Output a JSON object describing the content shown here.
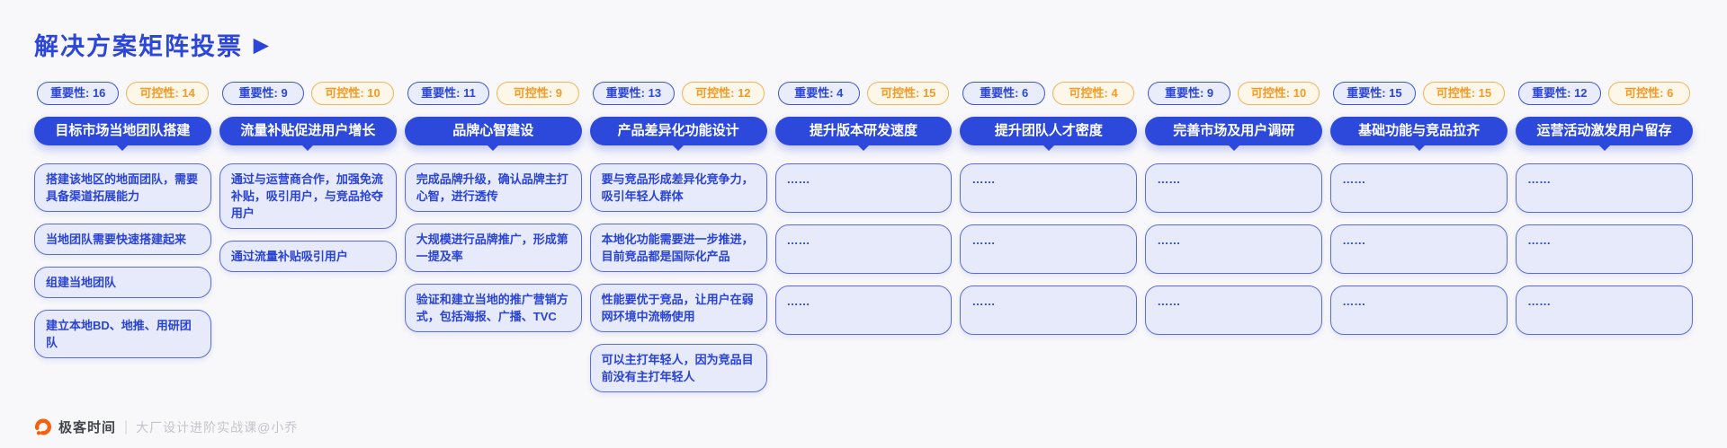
{
  "page": {
    "title": "解决方案矩阵投票",
    "title_arrow": "▶",
    "background_color": "#f8f8fb",
    "accent_blue": "#2b46d8",
    "accent_orange": "#f59a23"
  },
  "columns": [
    {
      "importance_badge": "重要性: 16",
      "controllability_badge": "可控性: 14",
      "header": "目标市场当地团队搭建",
      "cards": [
        "搭建该地区的地面团队，需要具备渠道拓展能力",
        "当地团队需要快速搭建起来",
        "组建当地团队",
        "建立本地BD、地推、用研团队"
      ]
    },
    {
      "importance_badge": "重要性: 9",
      "controllability_badge": "可控性: 10",
      "header": "流量补贴促进用户增长",
      "cards": [
        "通过与运营商合作，加强免流补贴，吸引用户，与竞品抢夺用户",
        "通过流量补贴吸引用户"
      ]
    },
    {
      "importance_badge": "重要性: 11",
      "controllability_badge": "可控性: 9",
      "header": "品牌心智建设",
      "cards": [
        "完成品牌升级，确认品牌主打心智，进行透传",
        "大规模进行品牌推广，形成第一提及率",
        "验证和建立当地的推广营销方式，包括海报、广播、TVC"
      ]
    },
    {
      "importance_badge": "重要性: 13",
      "controllability_badge": "可控性: 12",
      "header": "产品差异化功能设计",
      "cards": [
        "要与竞品形成差异化竞争力，吸引年轻人群体",
        "本地化功能需要进一步推进，目前竞品都是国际化产品",
        "性能要优于竞品，让用户在弱网环境中流畅使用",
        "可以主打年轻人，因为竞品目前没有主打年轻人"
      ]
    },
    {
      "importance_badge": "重要性: 4",
      "controllability_badge": "可控性: 15",
      "header": "提升版本研发速度",
      "cards": [
        "……",
        "……",
        "……"
      ]
    },
    {
      "importance_badge": "重要性: 6",
      "controllability_badge": "可控性: 4",
      "header": "提升团队人才密度",
      "cards": [
        "……",
        "……",
        "……"
      ]
    },
    {
      "importance_badge": "重要性: 9",
      "controllability_badge": "可控性: 10",
      "header": "完善市场及用户调研",
      "cards": [
        "……",
        "……",
        "……"
      ]
    },
    {
      "importance_badge": "重要性: 15",
      "controllability_badge": "可控性: 15",
      "header": "基础功能与竞品拉齐",
      "cards": [
        "……",
        "……",
        "……"
      ]
    },
    {
      "importance_badge": "重要性: 12",
      "controllability_badge": "可控性: 6",
      "header": "运营活动激发用户留存",
      "cards": [
        "……",
        "……",
        "……"
      ]
    }
  ],
  "footer": {
    "brand": "极客时间",
    "separator": "|",
    "course": "大厂设计进阶实战课@小乔"
  }
}
